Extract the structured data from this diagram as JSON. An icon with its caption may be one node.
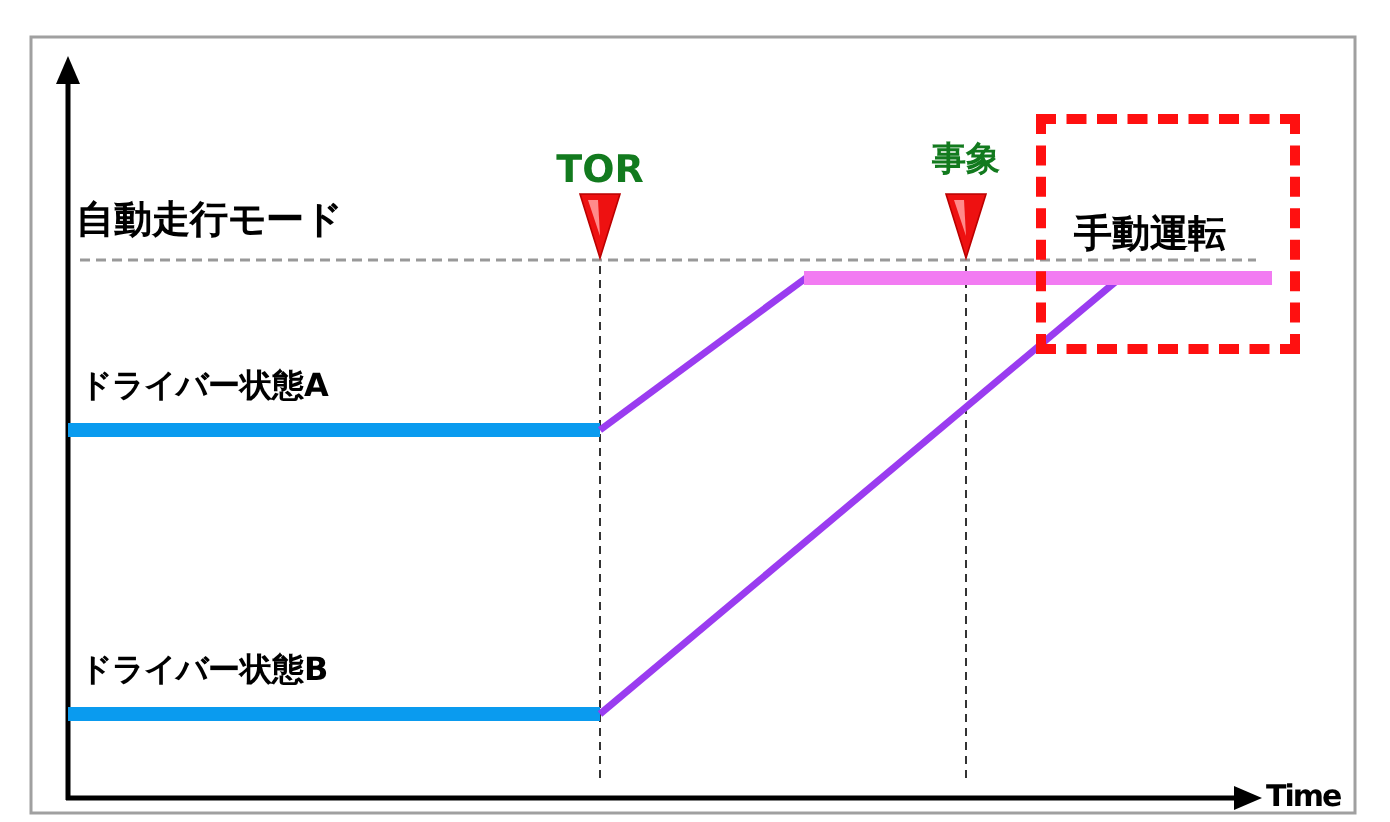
{
  "diagram": {
    "nodes": [
      {
        "text": [
          "手動運転"
        ]
      }
    ],
    "labels": [
      "TOR",
      "事象",
      "自動走行モード",
      "ドライバー状態A",
      "ドライバー状態B",
      "Time"
    ]
  }
}
